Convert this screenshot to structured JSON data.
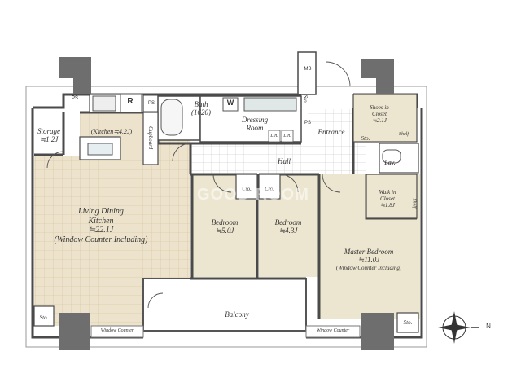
{
  "rooms": {
    "ldk": {
      "name": "Living Dining\nKitchen",
      "size": "≒22.1J",
      "note": "(Window Counter Including)"
    },
    "kitchen": {
      "label": "(Kitchen≒4.2J)"
    },
    "storage": {
      "name": "Storage",
      "size": "≒1.2J"
    },
    "cupboard": {
      "label": "Cupboard"
    },
    "bath": {
      "name": "Bath",
      "size": "(1620)"
    },
    "dressing": {
      "name": "Dressing\nRoom"
    },
    "bedroom1": {
      "name": "Bedroom",
      "size": "≒5.0J"
    },
    "bedroom2": {
      "name": "Bedroom",
      "size": "≒4.3J"
    },
    "master": {
      "name": "Master Bedroom",
      "size": "≒11.0J",
      "note": "(Window Counter Including)"
    },
    "hall": {
      "name": "Hall"
    },
    "entrance": {
      "name": "Entrance"
    },
    "shoes_closet": {
      "name": "Shoes in\nCloset",
      "size": "≒2.1J"
    },
    "walkin": {
      "name": "Walk in\nCloset",
      "size": "≒1.8J"
    },
    "balcony": {
      "name": "Balcony"
    }
  },
  "small_labels": {
    "sto": "Sto.",
    "clo": "Clo.",
    "shelf": "Shelf",
    "lav": "Lav.",
    "ps": "PS",
    "mb": "MB",
    "window_counter": "Window Counter",
    "fridge": "R",
    "washer": "W",
    "lin": "Lin."
  },
  "compass": {
    "north_label": "N"
  },
  "watermark": "GOOD ROOM",
  "colors": {
    "wall": "#4a4a4a",
    "tile_floor": "#ede3cc",
    "tile_grid": "#d8c9a8",
    "wood_floor": "#ece5cf",
    "wet_floor": "#ffffff",
    "hall_grid": "#c8c8c8",
    "balcony": "#ffffff",
    "column": "#6e6e6e"
  }
}
